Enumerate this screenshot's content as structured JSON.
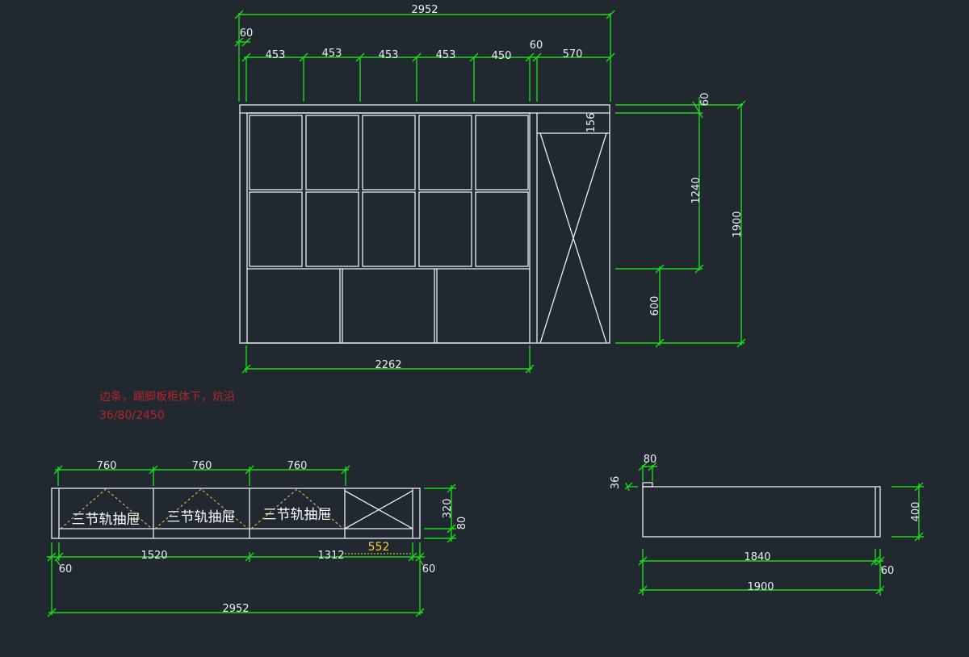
{
  "colors": {
    "background": "#212830",
    "outline": "#e9eef2",
    "dimension": "#19d919",
    "note": "#b3262b",
    "drawer_hatch": "#e8c341",
    "drawer_text": "#ffffff",
    "highlight_dim": "#f0cf3c"
  },
  "front_view": {
    "top_dims": {
      "overall": "2952",
      "left_margin": "60",
      "columns": [
        "453",
        "453",
        "453",
        "453",
        "450"
      ],
      "gap": "60",
      "right_column": "570"
    },
    "right_dims": {
      "top_trim": "60",
      "top_band": "156",
      "upper": "1240",
      "lower": "600",
      "total": "1900"
    },
    "bottom_dim": "2262"
  },
  "note": {
    "line1": "边条，踢脚板柜体下，炕沿",
    "line2": "36/80/2450"
  },
  "drawer_view": {
    "top_dims": [
      "760",
      "760",
      "760"
    ],
    "drawer_label": "三节轨抽屉",
    "right_dims": {
      "height": "320",
      "kick": "80"
    },
    "bottom_dims": {
      "left_end": "60",
      "section_a": "1520",
      "section_b": "1312",
      "highlight": "552",
      "right_end": "60",
      "overall": "2952"
    }
  },
  "side_view": {
    "dims": {
      "width": "80",
      "thickness": "36",
      "height": "400",
      "inner": "1840",
      "end": "60",
      "total": "1900"
    }
  }
}
